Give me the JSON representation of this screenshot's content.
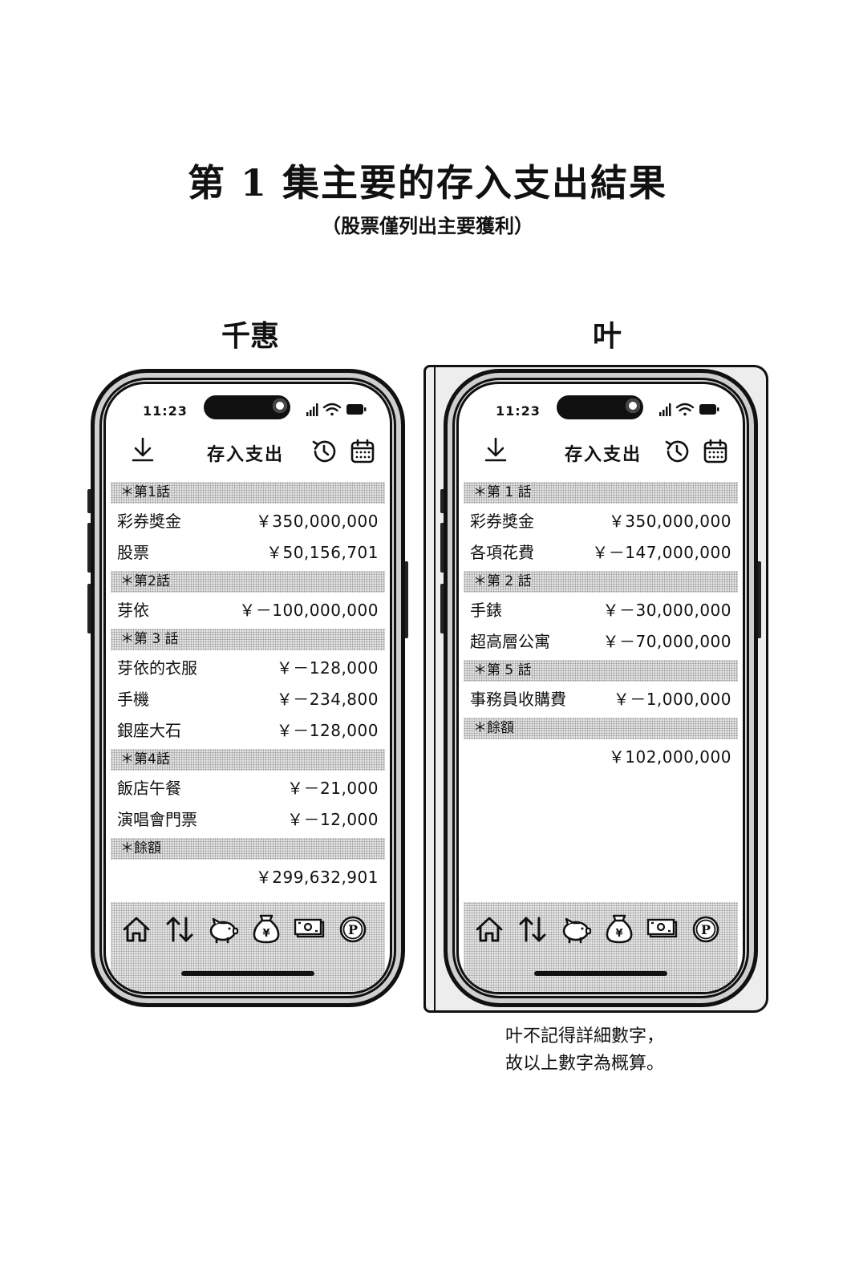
{
  "page": {
    "title": "第 1 集主要的存入支出結果",
    "subtitle": "（股票僅列出主要獲利）",
    "note_lines": [
      "叶不記得詳細數字，",
      "故以上數字為概算。"
    ]
  },
  "phones": [
    {
      "owner": "千惠",
      "status_time": "11:23",
      "app_title": "存入支出",
      "sections": [
        {
          "header": "＊第1話",
          "rows": [
            {
              "label": "彩券獎金",
              "amount": "￥350,000,000"
            },
            {
              "label": "股票",
              "amount": "￥50,156,701"
            }
          ]
        },
        {
          "header": "＊第2話",
          "rows": [
            {
              "label": "芽依",
              "amount": "￥－100,000,000"
            }
          ]
        },
        {
          "header": "＊第 3 話",
          "rows": [
            {
              "label": "芽依的衣服",
              "amount": "￥－128,000"
            },
            {
              "label": "手機",
              "amount": "￥－234,800"
            },
            {
              "label": "銀座大石",
              "amount": "￥－128,000"
            }
          ]
        },
        {
          "header": "＊第4話",
          "rows": [
            {
              "label": "飯店午餐",
              "amount": "￥－21,000"
            },
            {
              "label": "演唱會門票",
              "amount": "￥－12,000"
            }
          ]
        },
        {
          "header": "＊餘額",
          "rows": [
            {
              "label": "",
              "amount": "￥299,632,901"
            }
          ]
        }
      ]
    },
    {
      "owner": "叶",
      "status_time": "11:23",
      "app_title": "存入支出",
      "sections": [
        {
          "header": "＊第 1 話",
          "rows": [
            {
              "label": "彩券獎金",
              "amount": "￥350,000,000"
            },
            {
              "label": "各項花費",
              "amount": "￥－147,000,000"
            }
          ]
        },
        {
          "header": "＊第 2 話",
          "rows": [
            {
              "label": "手錶",
              "amount": "￥－30,000,000"
            },
            {
              "label": "超高層公寓",
              "amount": "￥－70,000,000"
            }
          ]
        },
        {
          "header": "＊第 5 話",
          "rows": [
            {
              "label": "事務員收購費",
              "amount": "￥－1,000,000"
            }
          ]
        },
        {
          "header": "＊餘額",
          "rows": [
            {
              "label": "",
              "amount": "￥102,000,000"
            }
          ]
        }
      ]
    }
  ],
  "icons": {
    "appbar": [
      "download-icon",
      "history-icon",
      "calendar-icon"
    ],
    "status": [
      "signal-icon",
      "wifi-icon",
      "battery-icon"
    ],
    "tabbar": [
      "home-icon",
      "transfer-arrows-icon",
      "piggy-bank-icon",
      "money-bag-icon",
      "banknote-icon",
      "points-coin-icon"
    ]
  },
  "colors": {
    "ink": "#111111",
    "section_fill": "#e4e4e4",
    "paper": "#ffffff"
  }
}
